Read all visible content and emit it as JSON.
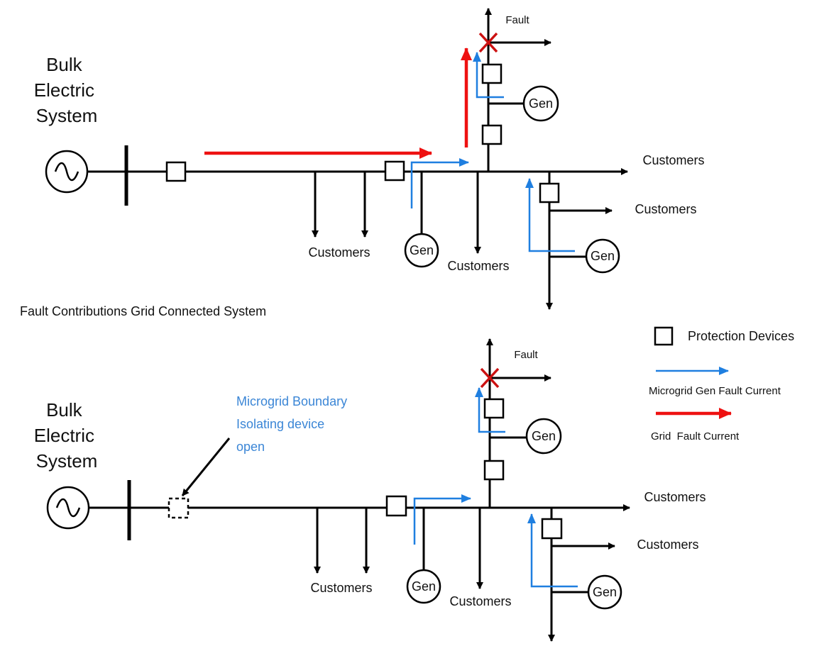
{
  "top": {
    "source_label_lines": [
      "Bulk",
      "Electric",
      "System"
    ],
    "fault_label": "Fault",
    "customers_main": "Customers",
    "customers_right_upper": "Customers",
    "customers_bottom_left": "Customers",
    "customers_bottom_mid": "Customers",
    "gen_labels": [
      "Gen",
      "Gen",
      "Gen"
    ],
    "caption": "Fault Contributions Grid Connected System"
  },
  "bottom": {
    "source_label_lines": [
      "Bulk",
      "Electric",
      "System"
    ],
    "fault_label": "Fault",
    "boundary_note_lines": [
      "Microgrid Boundary",
      "Isolating device",
      "open"
    ],
    "customers_main": "Customers",
    "customers_right_upper": "Customers",
    "customers_bottom_left": "Customers",
    "customers_bottom_mid": "Customers",
    "gen_labels": [
      "Gen",
      "Gen",
      "Gen"
    ]
  },
  "legend": {
    "protection_devices": "Protection Devices",
    "microgrid_gen_fault_current": "Microgrid Gen Fault Current",
    "grid_fault_current": "Grid  Fault Current"
  },
  "colors": {
    "microgrid_current": "#1f7fe0",
    "grid_current": "#ee1111",
    "boundary_note": "#3b86d6",
    "fault_mark": "#cc1111"
  }
}
